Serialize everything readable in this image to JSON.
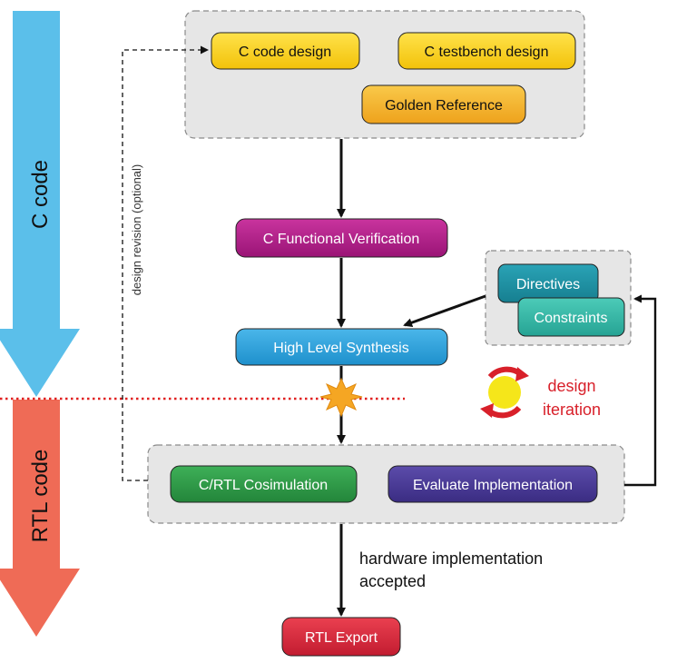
{
  "colors": {
    "c_arrow": "#5bbfea",
    "rtl_arrow": "#ef6b56",
    "yellow_box": "#f7d21a",
    "orange_box": "#f2b32a",
    "magenta_box": "#b21a8a",
    "blue_box": "#2aa0da",
    "teal_box": "#1f8ea0",
    "teal_light_box": "#3ab8a8",
    "green_box": "#2f9a46",
    "purple_box": "#4b3a96",
    "red_box": "#d8283c",
    "group_fill": "#e6e6e6",
    "iteration_text": "#d8202a"
  },
  "side_arrows": {
    "c_code_label": "C  code",
    "rtl_code_label": "RTL  code"
  },
  "nodes": {
    "c_code_design": "C  code  design",
    "c_testbench_design": "C  testbench  design",
    "golden_reference": "Golden  Reference",
    "c_functional_verification": "C  Functional  Verification",
    "directives": "Directives",
    "constraints": "Constraints",
    "high_level_synthesis": "High  Level  Synthesis",
    "c_rtl_cosimulation": "C/RTL  Cosimulation",
    "evaluate_implementation": "Evaluate  Implementation",
    "rtl_export": "RTL  Export"
  },
  "labels": {
    "design_revision": "design  revision  (optional)",
    "design_iteration_line1": "design",
    "design_iteration_line2": "iteration",
    "hw_accepted_line1": "hardware  implementation",
    "hw_accepted_line2": "accepted"
  }
}
